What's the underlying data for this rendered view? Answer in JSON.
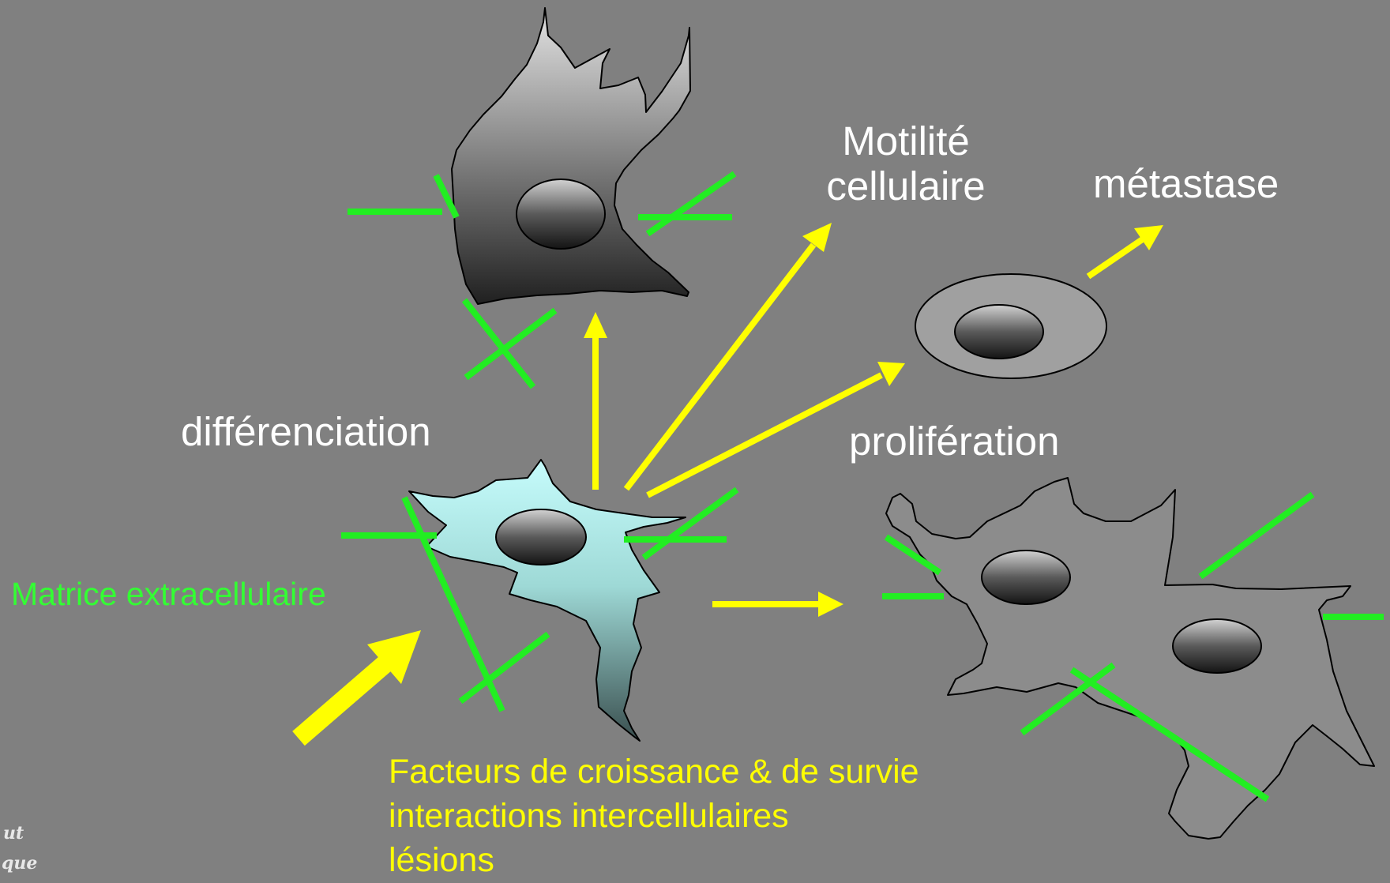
{
  "labels": {
    "motility_line1": "Motilité",
    "motility_line2": "cellulaire",
    "metastasis": "métastase",
    "differentiation": "différenciation",
    "proliferation": "prolifération",
    "matrix": "Matrice extracellulaire",
    "factors_line1": "Facteurs de croissance & de survie",
    "factors_line2": "interactions intercellulaires",
    "factors_line3": "lésions"
  },
  "colors": {
    "background": "#808080",
    "arrow": "#ffff00",
    "matrix_line": "#22ee22",
    "label_text": "#ffffff",
    "matrix_label": "#33ff33",
    "factors_label": "#ffff00"
  }
}
